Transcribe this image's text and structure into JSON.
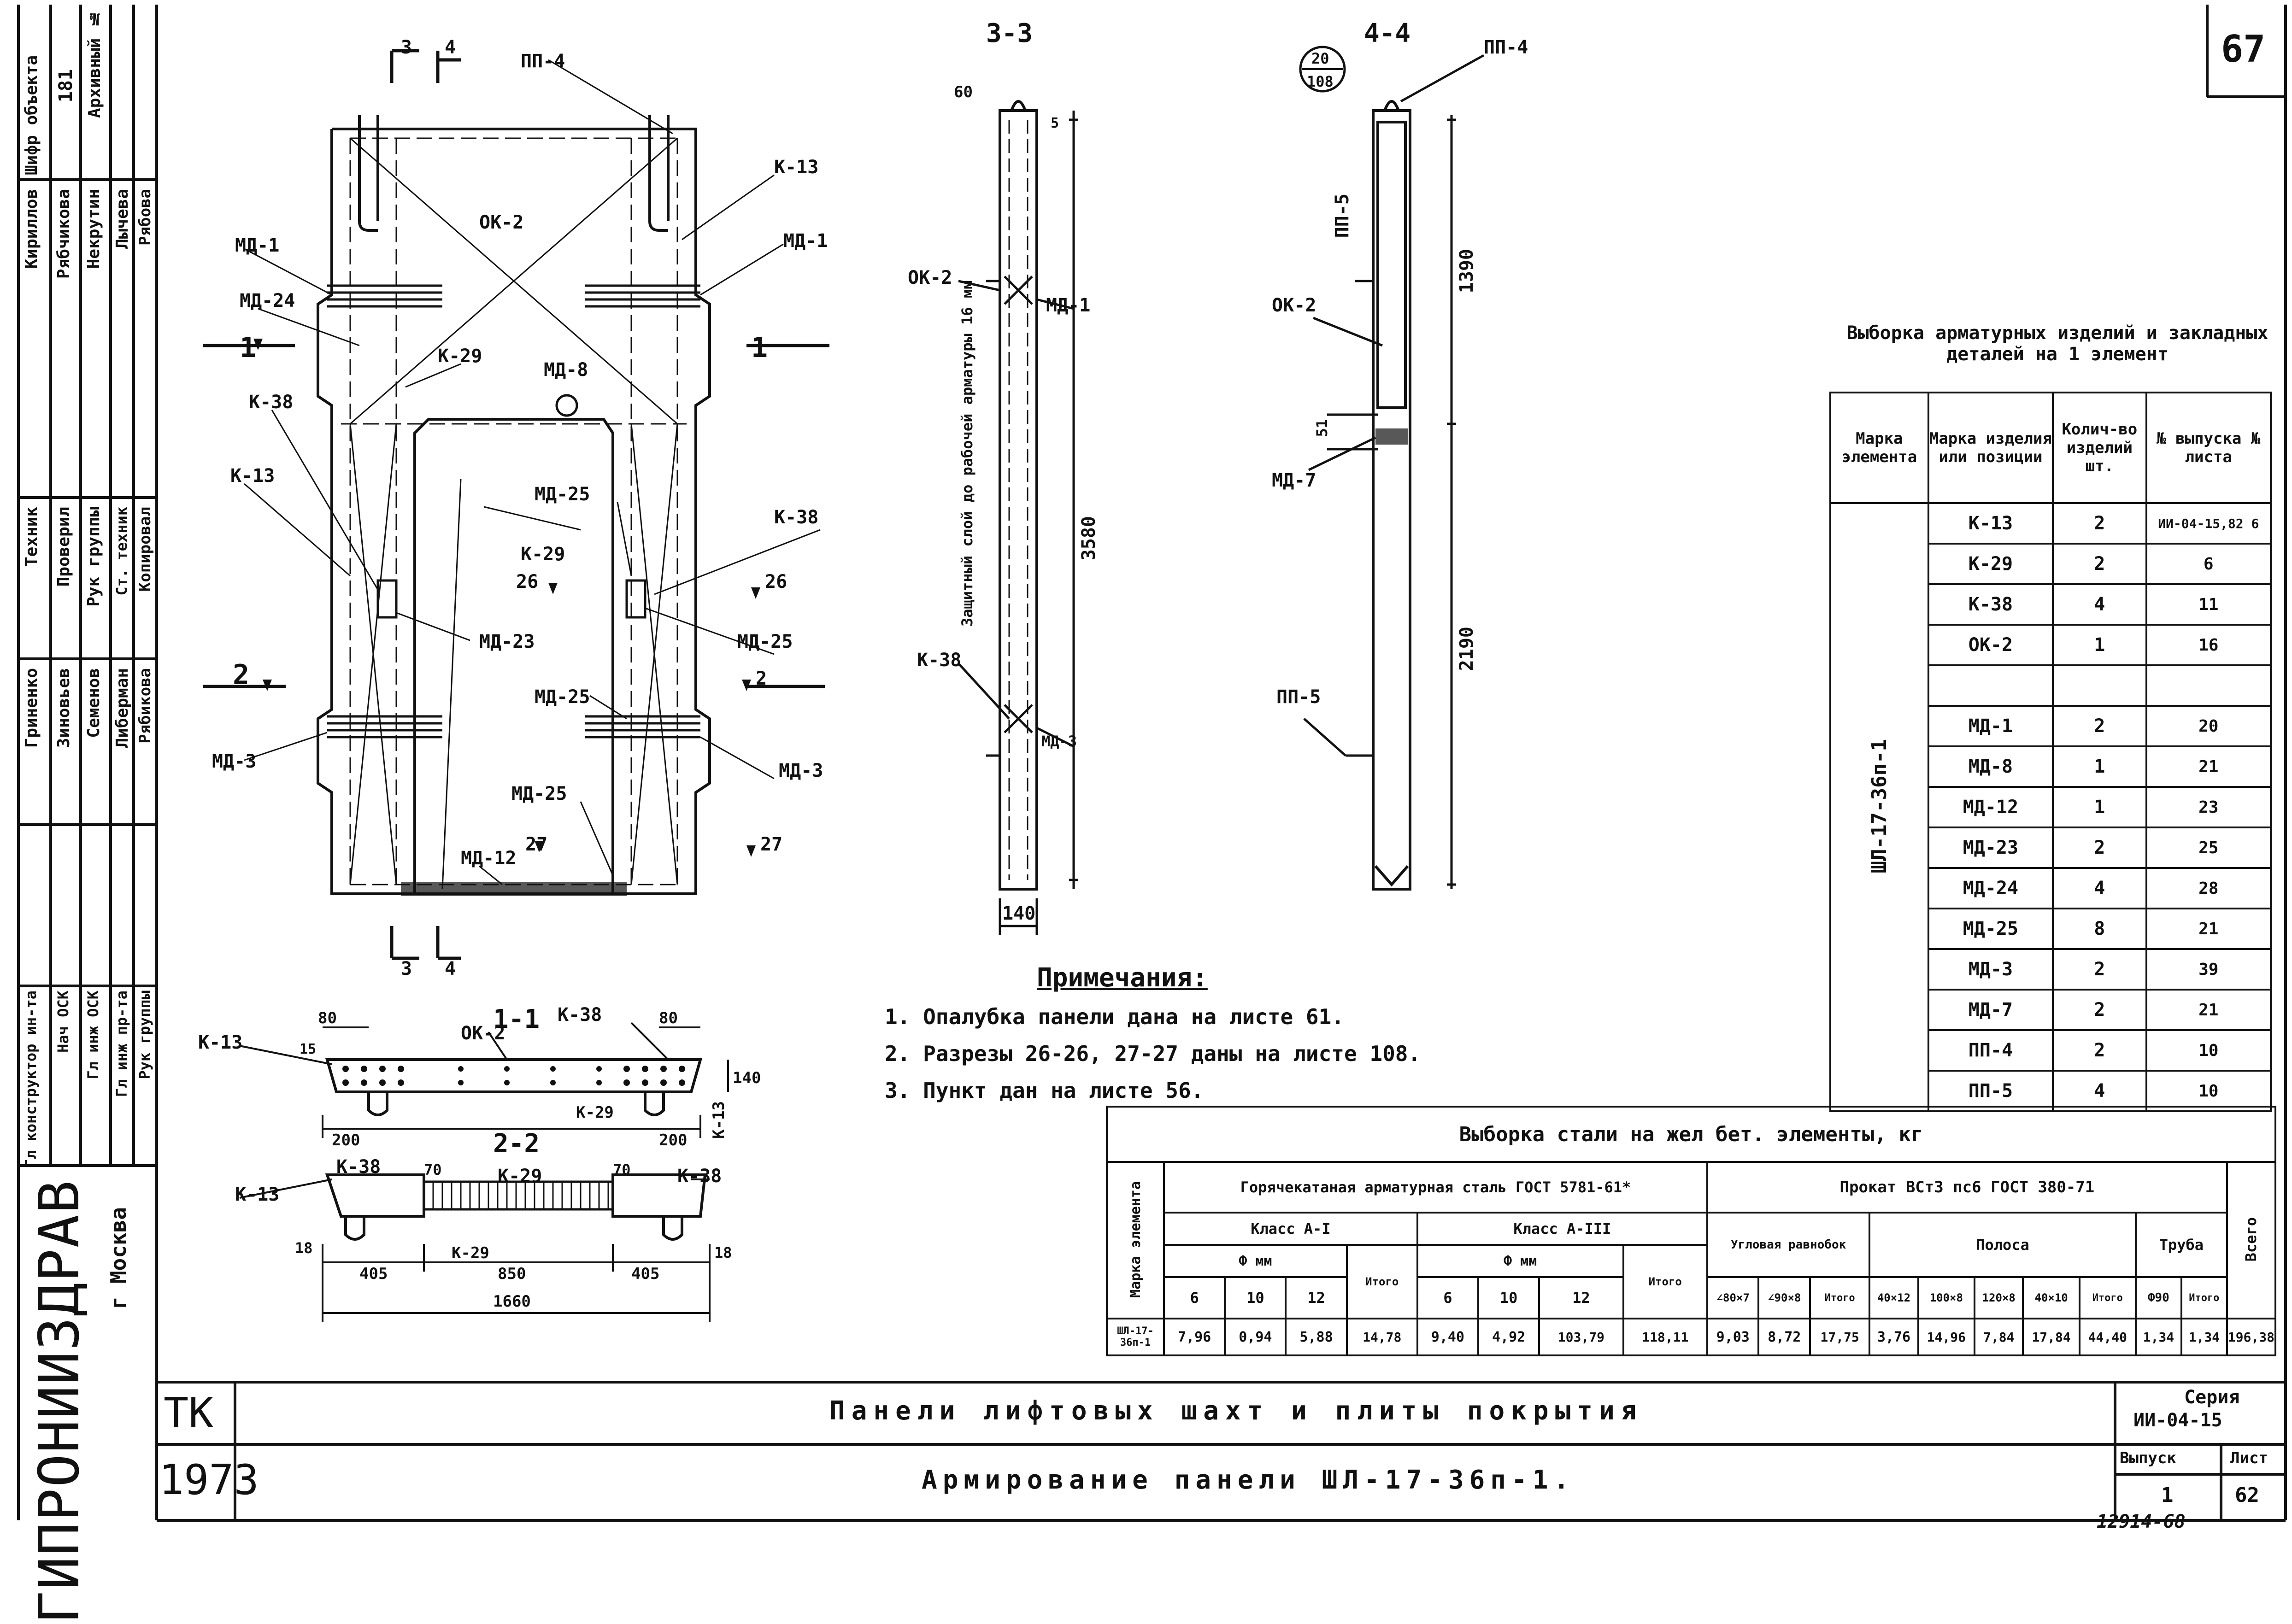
{
  "sheet_number": "67",
  "stamp_left": {
    "rows": [
      {
        "role": "Шифр объекта",
        "code": "181",
        "archive": "Архивный №"
      },
      {
        "role": "Техник",
        "name": "Кириллов"
      },
      {
        "role": "Проверил",
        "name": "Рябчикова"
      },
      {
        "role": "Рук группы",
        "name": "Некрутин"
      },
      {
        "role": "Ст. техник",
        "name": "Лычева"
      },
      {
        "role": "Копировал",
        "name": "Рябова"
      }
    ],
    "names_col2": [
      "Гриненко",
      "Зиновьев",
      "Семенов",
      "Либерман",
      "Рябикова"
    ],
    "roles_col3": [
      "Гл конструктор ин-та",
      "Нач ОСК",
      "Гл инж ОСК",
      "Гл инж пр-та",
      "Рук группы"
    ],
    "org": "ГИПРОНИИЗДРАВ",
    "city": "г Москва"
  },
  "views": {
    "plan_section_marks": [
      "3",
      "4",
      "3",
      "4"
    ],
    "section_3_3": "3-3",
    "section_4_4": "4-4",
    "section_1_1": "1-1",
    "section_2_2": "2-2",
    "circle_top": "20",
    "circle_bottom": "108",
    "cover_note": "Защитный слой до рабочей арматуры 16 мм",
    "dim_3580": "3580",
    "dim_140": "140",
    "dim_1390": "1390",
    "dim_2190": "2190",
    "dim_51": "51",
    "dim_5": "5",
    "dim_60": "60",
    "s11": {
      "d80a": "80",
      "d15": "15",
      "d80b": "80",
      "d140": "140",
      "d200a": "200",
      "d200b": "200"
    },
    "s22": {
      "d70a": "70",
      "d70b": "70",
      "d18a": "18",
      "d18b": "18",
      "d405a": "405",
      "d850": "850",
      "d405b": "405",
      "d1660": "1660"
    }
  },
  "labels": {
    "pp4": "ПП-4",
    "k13": "К-13",
    "ok2": "ОК-2",
    "md1": "МД-1",
    "md24": "МД-24",
    "k29": "К-29",
    "md8": "МД-8",
    "k38": "К-38",
    "md25": "МД-25",
    "md23": "МД-23",
    "md3": "МД-3",
    "md12": "МД-12",
    "md7": "МД-7",
    "pp5": "ПП-5",
    "m1": "1",
    "m2": "2",
    "m26": "26",
    "m27": "27"
  },
  "notes": {
    "title": "Примечания:",
    "items": [
      "1. Опалубка панели дана на листе 61.",
      "2. Разрезы 26-26, 27-27 даны на листе 108.",
      "3. Пункт дан на листе 56."
    ]
  },
  "selection_table": {
    "title": "Выборка арматурных изделий и закладных деталей на 1 элемент",
    "headers": [
      "Марка элемента",
      "Марка изделия или позиции",
      "Колич-во изделий шт.",
      "№ выпуска № листа"
    ],
    "element": "ШЛ-17-36п-1",
    "rows": [
      [
        "К-13",
        "2",
        "ИИ-04-15,82 6"
      ],
      [
        "К-29",
        "2",
        "6"
      ],
      [
        "К-38",
        "4",
        "11"
      ],
      [
        "ОК-2",
        "1",
        "16"
      ],
      [
        "",
        "",
        ""
      ],
      [
        "МД-1",
        "2",
        "20"
      ],
      [
        "МД-8",
        "1",
        "21"
      ],
      [
        "МД-12",
        "1",
        "23"
      ],
      [
        "МД-23",
        "2",
        "25"
      ],
      [
        "МД-24",
        "4",
        "28"
      ],
      [
        "МД-25",
        "8",
        "21"
      ],
      [
        "МД-3",
        "2",
        "39"
      ],
      [
        "МД-7",
        "2",
        "21"
      ],
      [
        "ПП-4",
        "2",
        "10"
      ],
      [
        "ПП-5",
        "4",
        "10"
      ]
    ]
  },
  "steel_table": {
    "title": "Выборка стали на жел бет. элементы, кг",
    "element_header": "Марка элемента",
    "hot_rolled": "Горячекатаная арматурная сталь ГОСТ 5781-61*",
    "class_a1": "Класс А-I",
    "class_a3": "Класс А-III",
    "phi_mm": "Ф мм",
    "rolled": "Прокат ВСт3 пс6 ГОСТ 380-71",
    "angle": "Угловая равнобок",
    "strip": "Полоса",
    "pipe": "Труба",
    "total": "Всего",
    "itogo": "Итого",
    "sub_headers": [
      "6",
      "10",
      "12",
      "Итого",
      "6",
      "10",
      "12",
      "Итого",
      "∠80×7",
      "∠90×8",
      "Итого",
      "40×12",
      "100×8",
      "120×8",
      "40×10",
      "Итого",
      "Ф90",
      "Итого"
    ],
    "row": [
      "ШЛ-17-36п-1",
      "7,96",
      "0,94",
      "5,88",
      "14,78",
      "9,40",
      "4,92",
      "103,79",
      "118,11",
      "9,03",
      "8,72",
      "17,75",
      "3,76",
      "14,96",
      "7,84",
      "17,84",
      "44,40",
      "1,34",
      "1,34",
      "196,38"
    ]
  },
  "title_block": {
    "tk": "ТК",
    "year": "1973",
    "line1": "Панели лифтовых шахт и плиты покрытия",
    "line2": "Армирование панели ШЛ-17-36п-1.",
    "series_label": "Серия",
    "series": "ИИ-04-15",
    "issue_label": "Выпуск",
    "sheet_label": "Лист",
    "issue": "1",
    "sheet": "62"
  },
  "footer_number": "12914-68"
}
